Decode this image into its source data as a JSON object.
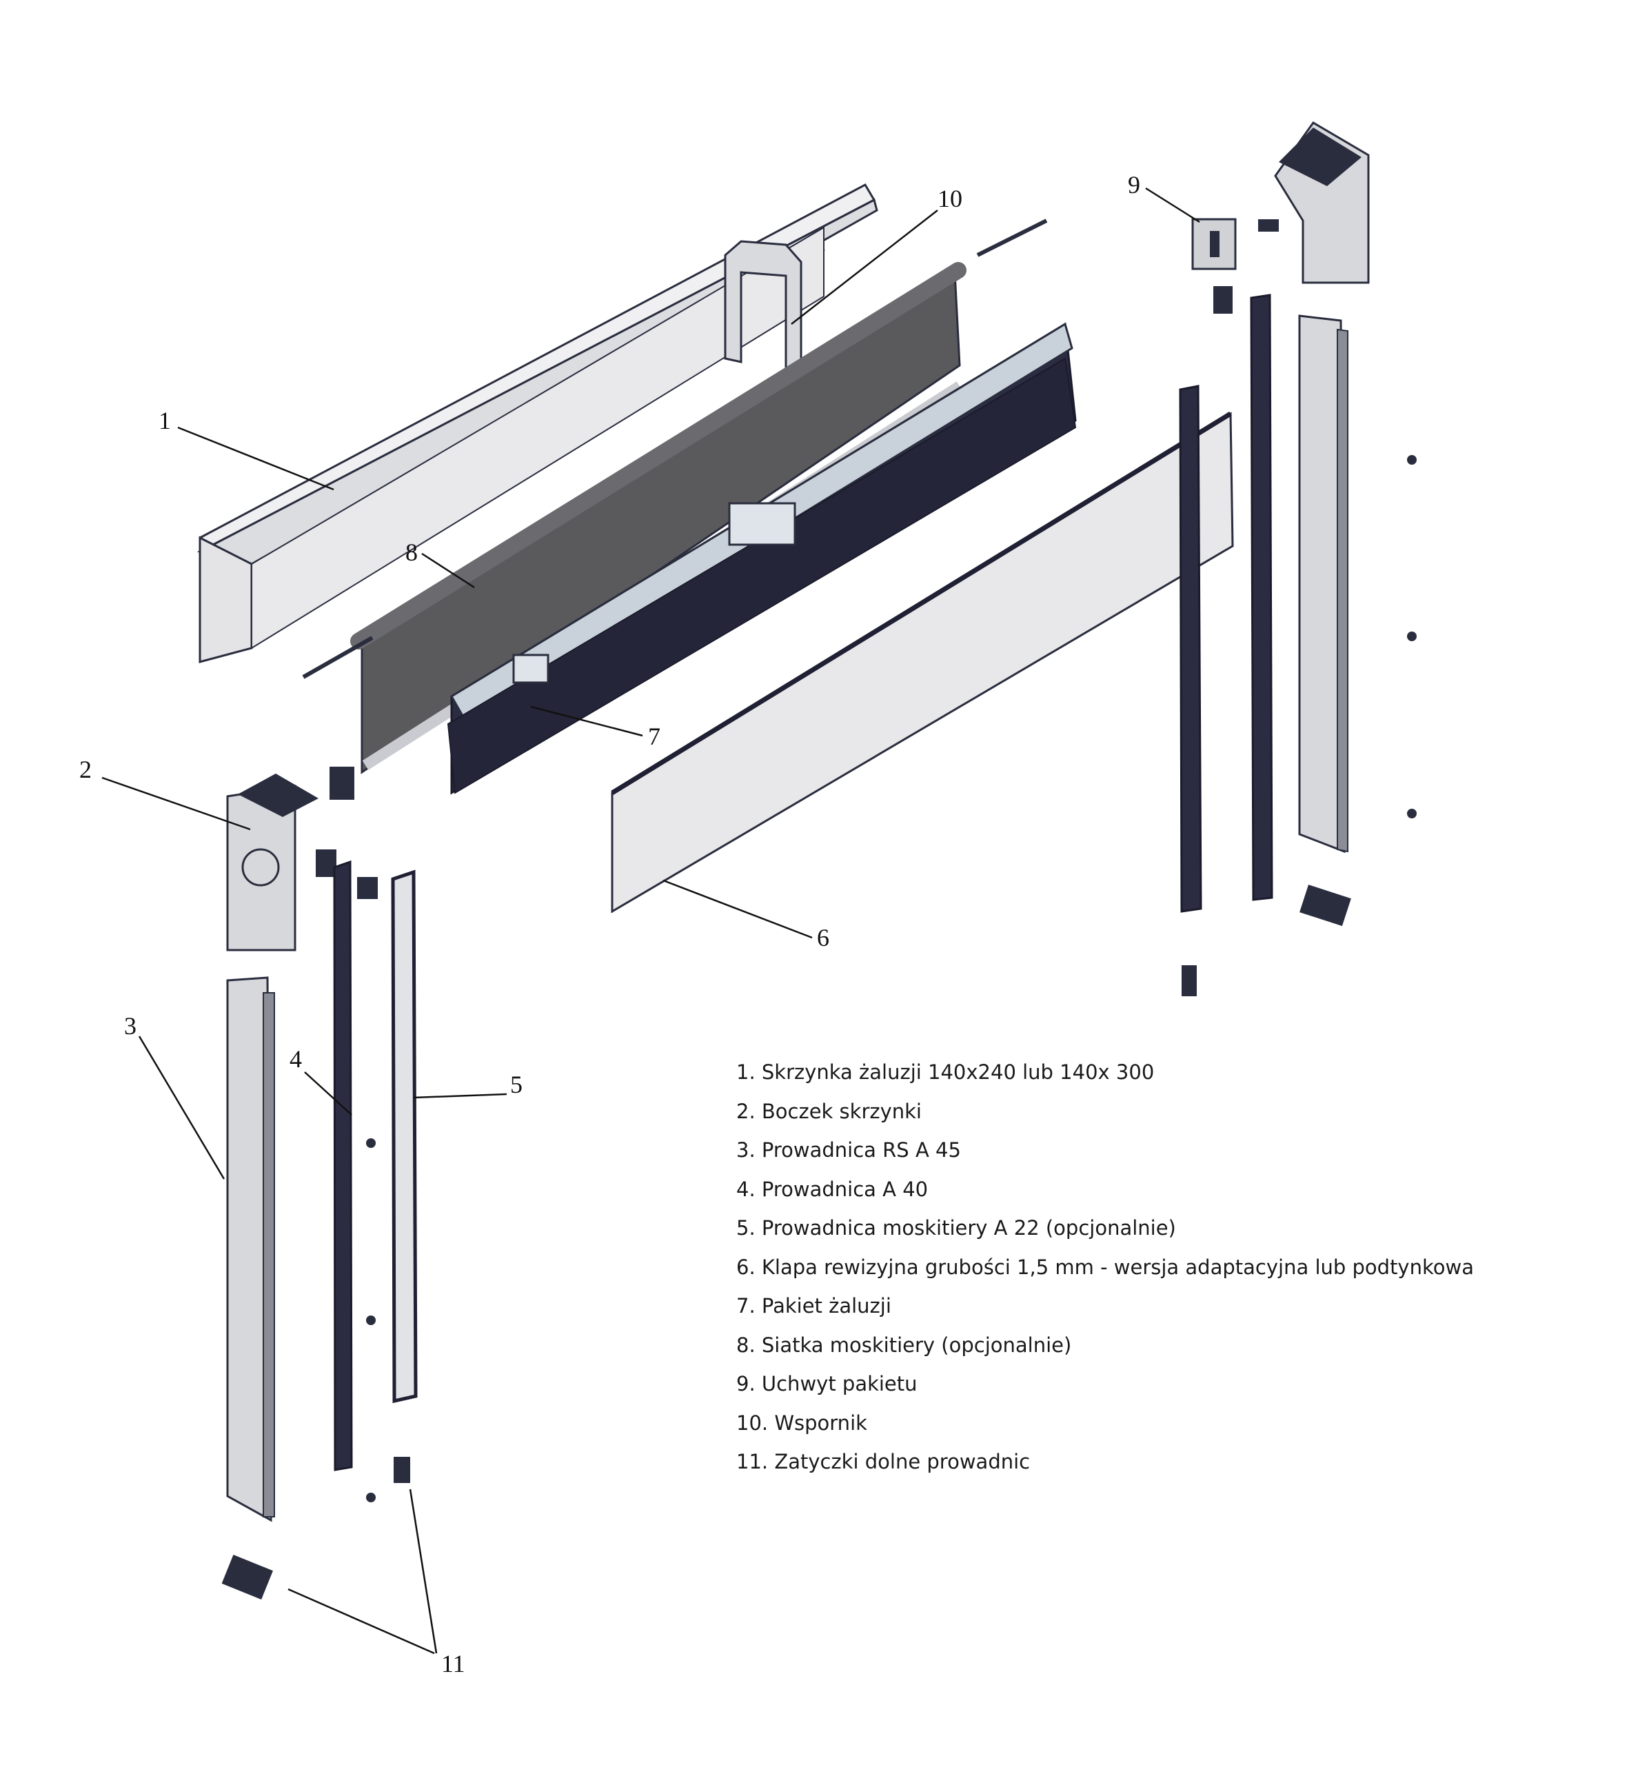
{
  "colors": {
    "background": "#ffffff",
    "outline": "#2a2d3e",
    "panel_light": "#e8e8ea",
    "metal": "#d6d8dc",
    "dark_profile": "#1f2033",
    "mesh": "#555555",
    "blade_pack": "#2b2c42",
    "leader": "#111111"
  },
  "callouts": [
    "1",
    "2",
    "3",
    "4",
    "5",
    "6",
    "7",
    "8",
    "9",
    "10",
    "11"
  ],
  "legend": [
    "1. Skrzynka żaluzji 140x240 lub 140x 300",
    "2. Boczek skrzynki",
    "3. Prowadnica RS A 45",
    "4. Prowadnica A 40",
    "5. Prowadnica moskitiery A 22 (opcjonalnie)",
    "6. Klapa rewizyjna grubości 1,5 mm - wersja adaptacyjna lub podtynkowa",
    "7. Pakiet żaluzji",
    "8. Siatka moskitiery (opcjonalnie)",
    "9. Uchwyt pakietu",
    "10. Wspornik",
    "11. Zatyczki dolne prowadnic"
  ]
}
